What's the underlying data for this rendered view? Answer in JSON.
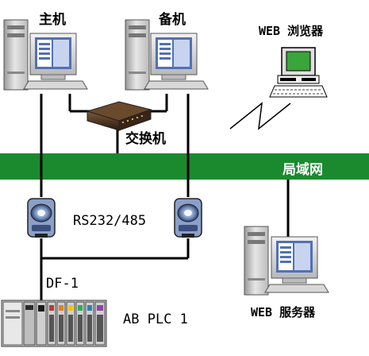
{
  "labels": {
    "host": "主机",
    "standby": "备机",
    "web_browser": "WEB 浏览器",
    "switch": "交换机",
    "lan": "局域网",
    "rs": "RS232/485",
    "df": "DF-1",
    "plc": "AB PLC 1",
    "web_server": "WEB 服务器"
  },
  "colors": {
    "lan_band": "#1b8a2e",
    "lan_text": "#ffffff",
    "line": "#000000",
    "screen": "#3aa53a"
  }
}
